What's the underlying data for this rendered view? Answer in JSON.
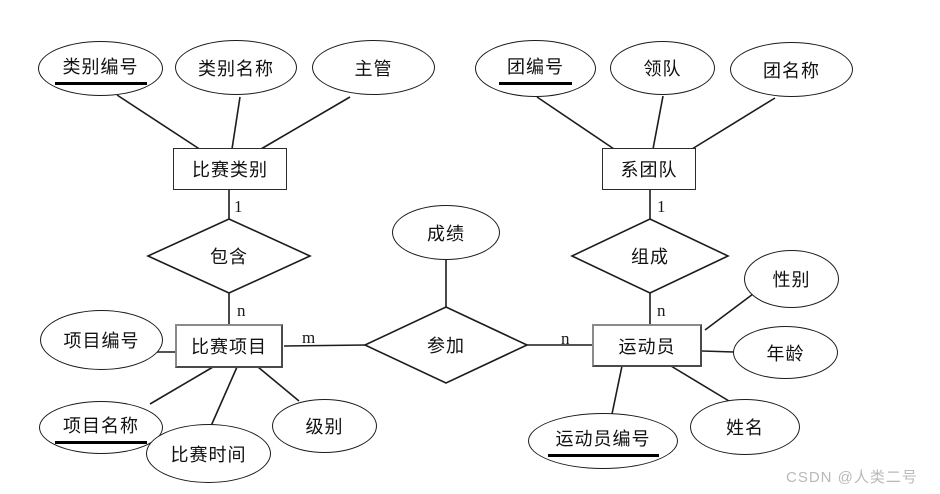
{
  "entities": {
    "competition_category": {
      "label": "比赛类别"
    },
    "department_team": {
      "label": "系团队"
    },
    "competition_event": {
      "label": "比赛项目"
    },
    "athlete": {
      "label": "运动员"
    }
  },
  "relationships": {
    "contains": {
      "label": "包含"
    },
    "composes": {
      "label": "组成"
    },
    "participates": {
      "label": "参加"
    }
  },
  "attributes": {
    "category_id": {
      "label": "类别编号",
      "primary_key": true
    },
    "category_name": {
      "label": "类别名称",
      "primary_key": false
    },
    "supervisor": {
      "label": "主管",
      "primary_key": false
    },
    "team_id": {
      "label": "团编号",
      "primary_key": true
    },
    "team_leader": {
      "label": "领队",
      "primary_key": false
    },
    "team_name": {
      "label": "团名称",
      "primary_key": false
    },
    "score": {
      "label": "成绩",
      "primary_key": false
    },
    "event_id": {
      "label": "项目编号",
      "primary_key": false
    },
    "event_name": {
      "label": "项目名称",
      "primary_key": true
    },
    "event_time": {
      "label": "比赛时间",
      "primary_key": false
    },
    "level": {
      "label": "级别",
      "primary_key": false
    },
    "gender": {
      "label": "性别",
      "primary_key": false
    },
    "age": {
      "label": "年龄",
      "primary_key": false
    },
    "name": {
      "label": "姓名",
      "primary_key": false
    },
    "athlete_id": {
      "label": "运动员编号",
      "primary_key": true
    }
  },
  "cardinalities": {
    "contains_one": "1",
    "contains_many": "n",
    "composes_one": "1",
    "composes_many": "n",
    "participates_m": "m",
    "participates_n": "n"
  },
  "watermark": {
    "text": "CSDN @人类二号"
  },
  "colors": {
    "line": "#1c1c1c",
    "watermark": "#b9b9bd",
    "background": "#ffffff"
  }
}
